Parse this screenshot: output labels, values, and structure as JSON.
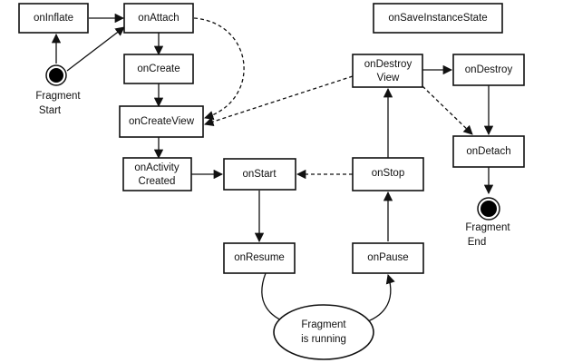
{
  "diagram": {
    "nodes": {
      "oninflate": "onInflate",
      "onattach": "onAttach",
      "oncreate": "onCreate",
      "oncreateview": "onCreateView",
      "onactivitycreated": [
        "onActivity",
        "Created"
      ],
      "onstart": "onStart",
      "onresume": "onResume",
      "onpause": "onPause",
      "onstop": "onStop",
      "ondestroyview": [
        "onDestroy",
        "View"
      ],
      "ondestroy": "onDestroy",
      "ondetach": "onDetach",
      "onsaveinstancestate": "onSaveInstanceState",
      "fragment_running": [
        "Fragment",
        "is running"
      ]
    },
    "fragment_start": [
      "Fragment",
      "Start"
    ],
    "fragment_end": [
      "Fragment",
      "End"
    ]
  }
}
